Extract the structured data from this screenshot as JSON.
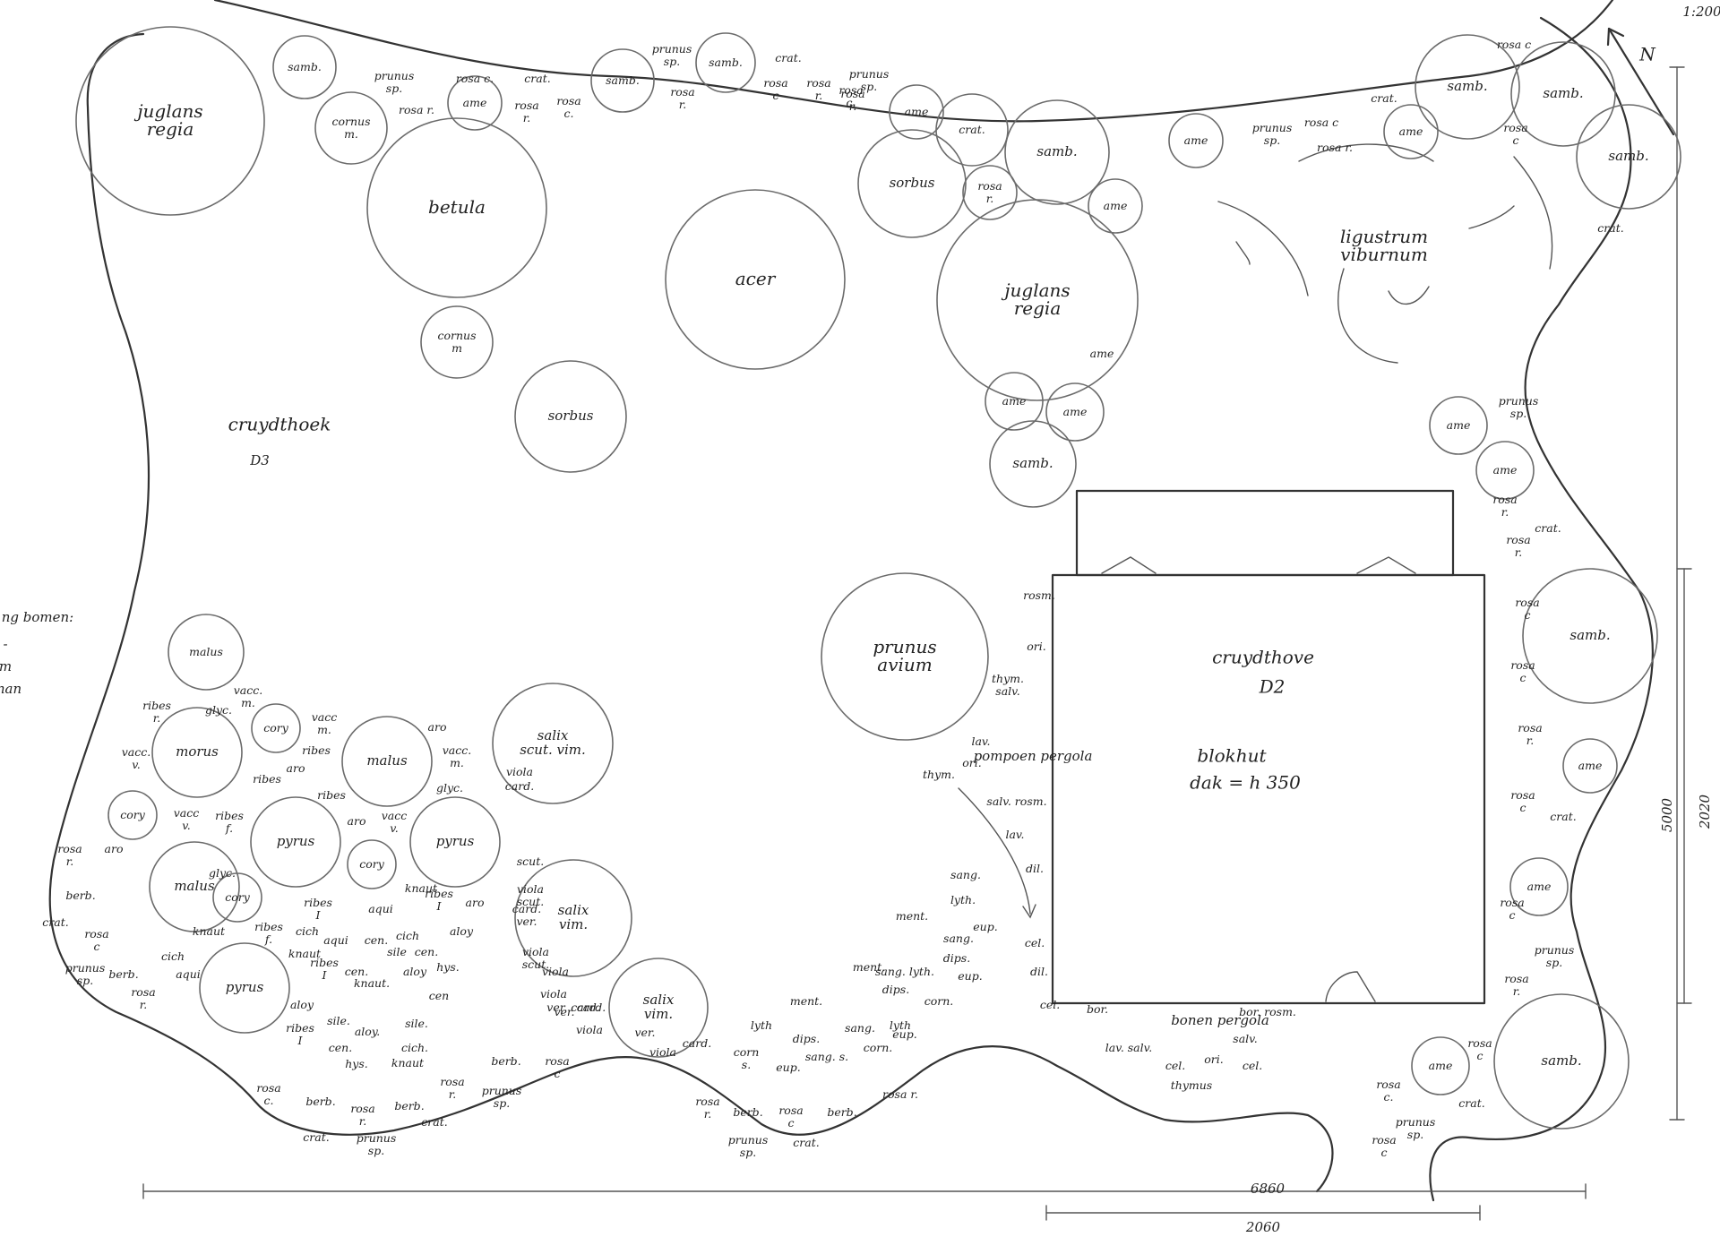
{
  "scale": "1:200",
  "north": "N",
  "dimensions": {
    "width_total": "6860",
    "width_house": "2060",
    "height_total": "5000",
    "height_house": "2020"
  },
  "house": {
    "name": "cruydthove",
    "code": "D2",
    "note_line1": "blokhut",
    "note_line2": "dak = h 350"
  },
  "garden": {
    "name": "cruydthoek",
    "code": "D3"
  },
  "pergolas": {
    "pompoen": "pompoen pergola",
    "bonen": "bonen pergola"
  },
  "side_note": [
    "ng bomen:",
    "-",
    "m",
    "nan"
  ],
  "trees": [
    {
      "id": "juglans-1",
      "label": "juglans\nregia"
    },
    {
      "id": "samb-1",
      "label": "samb."
    },
    {
      "id": "cornus-m-1",
      "label": "cornus\nm."
    },
    {
      "id": "ame-1",
      "label": "ame"
    },
    {
      "id": "betula",
      "label": "betula"
    },
    {
      "id": "samb-2",
      "label": "samb."
    },
    {
      "id": "samb-3",
      "label": "samb."
    },
    {
      "id": "ame-2",
      "label": "ame"
    },
    {
      "id": "crat-1",
      "label": "crat."
    },
    {
      "id": "samb-4",
      "label": "samb."
    },
    {
      "id": "sorbus-1",
      "label": "sorbus"
    },
    {
      "id": "rosa-r-1",
      "label": "rosa\nr."
    },
    {
      "id": "ame-3",
      "label": "ame"
    },
    {
      "id": "acer",
      "label": "acer"
    },
    {
      "id": "juglans-2",
      "label": "juglans\nregia"
    },
    {
      "id": "cornus-m-2",
      "label": "cornus\nm"
    },
    {
      "id": "sorbus-2",
      "label": "sorbus"
    },
    {
      "id": "ame-4",
      "label": "ame"
    },
    {
      "id": "ame-5",
      "label": "ame"
    },
    {
      "id": "samb-5",
      "label": "samb."
    },
    {
      "id": "ame-6",
      "label": "ame"
    },
    {
      "id": "ame-7",
      "label": "ame"
    },
    {
      "id": "samb-6",
      "label": "samb."
    },
    {
      "id": "samb-7",
      "label": "samb."
    },
    {
      "id": "samb-8",
      "label": "samb."
    },
    {
      "id": "ame-8",
      "label": "ame"
    },
    {
      "id": "ame-9",
      "label": "ame"
    },
    {
      "id": "samb-9",
      "label": "samb."
    },
    {
      "id": "ame-10",
      "label": "ame"
    },
    {
      "id": "ame-11",
      "label": "ame"
    },
    {
      "id": "ame-12",
      "label": "ame"
    },
    {
      "id": "samb-10",
      "label": "samb."
    },
    {
      "id": "ame-13",
      "label": "ame"
    },
    {
      "id": "prunus-avium",
      "label": "prunus\navium"
    },
    {
      "id": "malus-1",
      "label": "malus"
    },
    {
      "id": "cory-1",
      "label": "cory"
    },
    {
      "id": "morus",
      "label": "morus"
    },
    {
      "id": "malus-2",
      "label": "malus"
    },
    {
      "id": "salix-1",
      "label": "salix\nscut. vim."
    },
    {
      "id": "cory-2",
      "label": "cory"
    },
    {
      "id": "pyrus-1",
      "label": "pyrus"
    },
    {
      "id": "pyrus-2",
      "label": "pyrus"
    },
    {
      "id": "cory-3",
      "label": "cory"
    },
    {
      "id": "malus-3",
      "label": "malus"
    },
    {
      "id": "cory-4",
      "label": "cory"
    },
    {
      "id": "salix-2",
      "label": "salix\nvim."
    },
    {
      "id": "pyrus-3",
      "label": "pyrus"
    },
    {
      "id": "salix-3",
      "label": "salix\nvim."
    }
  ],
  "labels": [
    {
      "id": "l1",
      "text": "prunus\nsp."
    },
    {
      "id": "l2",
      "text": "rosa c."
    },
    {
      "id": "l3",
      "text": "crat."
    },
    {
      "id": "l4",
      "text": "rosa r."
    },
    {
      "id": "l5",
      "text": "rosa\nr."
    },
    {
      "id": "l6",
      "text": "rosa\nc."
    },
    {
      "id": "l7",
      "text": "prunus\nsp."
    },
    {
      "id": "l8",
      "text": "rosa\nr."
    },
    {
      "id": "l9",
      "text": "crat."
    },
    {
      "id": "l10",
      "text": "rosa\nc"
    },
    {
      "id": "l11",
      "text": "rosa\nr."
    },
    {
      "id": "l12",
      "text": "rosa\nc."
    },
    {
      "id": "l13",
      "text": "prunus\nsp."
    },
    {
      "id": "l14",
      "text": "rosa\nr."
    },
    {
      "id": "l15",
      "text": "prunus\nsp."
    },
    {
      "id": "l16",
      "text": "rosa c"
    },
    {
      "id": "l17",
      "text": "rosa r."
    },
    {
      "id": "l18",
      "text": "crat."
    },
    {
      "id": "l19",
      "text": "rosa\nc"
    },
    {
      "id": "l20",
      "text": "crat."
    },
    {
      "id": "l21",
      "text": "ligustrum\nviburnum"
    },
    {
      "id": "l22",
      "text": "rosa c"
    },
    {
      "id": "l23",
      "text": "prunus\nsp."
    },
    {
      "id": "l24",
      "text": "rosa\nr."
    },
    {
      "id": "l25",
      "text": "crat."
    },
    {
      "id": "l26",
      "text": "rosa\nr."
    },
    {
      "id": "l27",
      "text": "rosa\nc"
    },
    {
      "id": "l28",
      "text": "rosa\nc"
    },
    {
      "id": "l29",
      "text": "rosa\nr."
    },
    {
      "id": "l30",
      "text": "rosa\nc"
    },
    {
      "id": "l31",
      "text": "crat."
    },
    {
      "id": "l32",
      "text": "rosa\nc"
    },
    {
      "id": "l33",
      "text": "prunus\nsp."
    },
    {
      "id": "l34",
      "text": "rosa\nr."
    },
    {
      "id": "l35",
      "text": "rosa\nc"
    },
    {
      "id": "l36",
      "text": "rosa\nc."
    },
    {
      "id": "l37",
      "text": "prunus\nsp."
    },
    {
      "id": "l38",
      "text": "rosa\nc"
    },
    {
      "id": "l39",
      "text": "crat."
    },
    {
      "id": "l40",
      "text": "rosm."
    },
    {
      "id": "l41",
      "text": "ori."
    },
    {
      "id": "l42",
      "text": "thym.\nsalv."
    },
    {
      "id": "l43",
      "text": "lav."
    },
    {
      "id": "l44",
      "text": "ori."
    },
    {
      "id": "l45",
      "text": "thym."
    },
    {
      "id": "l46",
      "text": "salv. rosm."
    },
    {
      "id": "l47",
      "text": "lav."
    },
    {
      "id": "l48",
      "text": "dil."
    },
    {
      "id": "l49",
      "text": "cel."
    },
    {
      "id": "l50",
      "text": "dil."
    },
    {
      "id": "l51",
      "text": "cel."
    },
    {
      "id": "l52",
      "text": "bor."
    },
    {
      "id": "l53",
      "text": "bor. rosm."
    },
    {
      "id": "l54",
      "text": "lav. salv."
    },
    {
      "id": "l55",
      "text": "salv."
    },
    {
      "id": "l56",
      "text": "cel."
    },
    {
      "id": "l57",
      "text": "ori."
    },
    {
      "id": "l58",
      "text": "cel."
    },
    {
      "id": "l59",
      "text": "thymus"
    },
    {
      "id": "l60",
      "text": "sang."
    },
    {
      "id": "l61",
      "text": "lyth."
    },
    {
      "id": "l62",
      "text": "ment."
    },
    {
      "id": "l63",
      "text": "sang."
    },
    {
      "id": "l64",
      "text": "eup."
    },
    {
      "id": "l65",
      "text": "dips."
    },
    {
      "id": "l66",
      "text": "ment."
    },
    {
      "id": "l67",
      "text": "sang. lyth."
    },
    {
      "id": "l68",
      "text": "eup."
    },
    {
      "id": "l69",
      "text": "dips."
    },
    {
      "id": "l70",
      "text": "corn."
    },
    {
      "id": "l71",
      "text": "ment."
    },
    {
      "id": "l72",
      "text": "lyth"
    },
    {
      "id": "l73",
      "text": "dips."
    },
    {
      "id": "l74",
      "text": "sang."
    },
    {
      "id": "l75",
      "text": "lyth"
    },
    {
      "id": "l76",
      "text": "corn\ns."
    },
    {
      "id": "l77",
      "text": "eup."
    },
    {
      "id": "l78",
      "text": "sang. s."
    },
    {
      "id": "l79",
      "text": "corn."
    },
    {
      "id": "l80",
      "text": "eup."
    },
    {
      "id": "l81",
      "text": "ver."
    },
    {
      "id": "l82",
      "text": "card."
    },
    {
      "id": "l83",
      "text": "viola"
    },
    {
      "id": "l84",
      "text": "viola"
    },
    {
      "id": "l85",
      "text": "card."
    },
    {
      "id": "l86",
      "text": "ver."
    },
    {
      "id": "l87",
      "text": "card."
    },
    {
      "id": "l88",
      "text": "viola"
    },
    {
      "id": "l89",
      "text": "scut."
    },
    {
      "id": "l90",
      "text": "viola\nscut."
    },
    {
      "id": "l91",
      "text": "card.\nver."
    },
    {
      "id": "l92",
      "text": "viola\nscut."
    },
    {
      "id": "l93",
      "text": "viola"
    },
    {
      "id": "l94",
      "text": "ver. card."
    },
    {
      "id": "l95",
      "text": "viola"
    },
    {
      "id": "l96",
      "text": "ribes\nr."
    },
    {
      "id": "l97",
      "text": "glyc."
    },
    {
      "id": "l98",
      "text": "vacc.\nm."
    },
    {
      "id": "l99",
      "text": "vacc\nm."
    },
    {
      "id": "l100",
      "text": "aro"
    },
    {
      "id": "l101",
      "text": "vacc.\nv."
    },
    {
      "id": "l102",
      "text": "ribes"
    },
    {
      "id": "l103",
      "text": "ribes"
    },
    {
      "id": "l104",
      "text": "aro"
    },
    {
      "id": "l105",
      "text": "vacc.\nm."
    },
    {
      "id": "l106",
      "text": "glyc."
    },
    {
      "id": "l107",
      "text": "ribes"
    },
    {
      "id": "l108",
      "text": "vacc\nv."
    },
    {
      "id": "l109",
      "text": "ribes\nf."
    },
    {
      "id": "l110",
      "text": "aro"
    },
    {
      "id": "l111",
      "text": "vacc\nv."
    },
    {
      "id": "l112",
      "text": "rosa\nr."
    },
    {
      "id": "l113",
      "text": "aro"
    },
    {
      "id": "l114",
      "text": "glyc."
    },
    {
      "id": "l115",
      "text": "berb."
    },
    {
      "id": "l116",
      "text": "crat."
    },
    {
      "id": "l117",
      "text": "ribes\nI"
    },
    {
      "id": "l118",
      "text": "aqui"
    },
    {
      "id": "l119",
      "text": "knaut"
    },
    {
      "id": "l120",
      "text": "ribes\nI"
    },
    {
      "id": "l121",
      "text": "aro"
    },
    {
      "id": "l122",
      "text": "ribes\nf."
    },
    {
      "id": "l123",
      "text": "cich"
    },
    {
      "id": "l124",
      "text": "aqui"
    },
    {
      "id": "l125",
      "text": "cen."
    },
    {
      "id": "l126",
      "text": "cich"
    },
    {
      "id": "l127",
      "text": "aloy"
    },
    {
      "id": "l128",
      "text": "rosa\nc"
    },
    {
      "id": "l129",
      "text": "knaut"
    },
    {
      "id": "l130",
      "text": "cich"
    },
    {
      "id": "l131",
      "text": "knaut"
    },
    {
      "id": "l132",
      "text": "sile"
    },
    {
      "id": "l133",
      "text": "cen."
    },
    {
      "id": "l134",
      "text": "prunus\nsp."
    },
    {
      "id": "l135",
      "text": "berb."
    },
    {
      "id": "l136",
      "text": "aqui"
    },
    {
      "id": "l137",
      "text": "ribes\nI"
    },
    {
      "id": "l138",
      "text": "cen."
    },
    {
      "id": "l139",
      "text": "aloy"
    },
    {
      "id": "l140",
      "text": "hys."
    },
    {
      "id": "l141",
      "text": "rosa\nr."
    },
    {
      "id": "l142",
      "text": "aloy"
    },
    {
      "id": "l143",
      "text": "knaut."
    },
    {
      "id": "l144",
      "text": "cen"
    },
    {
      "id": "l145",
      "text": "sile."
    },
    {
      "id": "l146",
      "text": "sile."
    },
    {
      "id": "l147",
      "text": "ribes\nI"
    },
    {
      "id": "l148",
      "text": "aloy."
    },
    {
      "id": "l149",
      "text": "cen."
    },
    {
      "id": "l150",
      "text": "cich."
    },
    {
      "id": "l151",
      "text": "hys."
    },
    {
      "id": "l152",
      "text": "knaut"
    },
    {
      "id": "l153",
      "text": "berb."
    },
    {
      "id": "l154",
      "text": "rosa\nc"
    },
    {
      "id": "l155",
      "text": "rosa\nc."
    },
    {
      "id": "l156",
      "text": "berb."
    },
    {
      "id": "l157",
      "text": "rosa\nr."
    },
    {
      "id": "l158",
      "text": "berb."
    },
    {
      "id": "l159",
      "text": "rosa\nr."
    },
    {
      "id": "l160",
      "text": "prunus\nsp."
    },
    {
      "id": "l161",
      "text": "crat."
    },
    {
      "id": "l162",
      "text": "prunus\nsp."
    },
    {
      "id": "l163",
      "text": "crat."
    },
    {
      "id": "l164",
      "text": "rosa\nr."
    },
    {
      "id": "l165",
      "text": "berb."
    },
    {
      "id": "l166",
      "text": "rosa\nc"
    },
    {
      "id": "l167",
      "text": "berb."
    },
    {
      "id": "l168",
      "text": "rosa r."
    },
    {
      "id": "l169",
      "text": "prunus\nsp."
    },
    {
      "id": "l170",
      "text": "crat."
    }
  ]
}
